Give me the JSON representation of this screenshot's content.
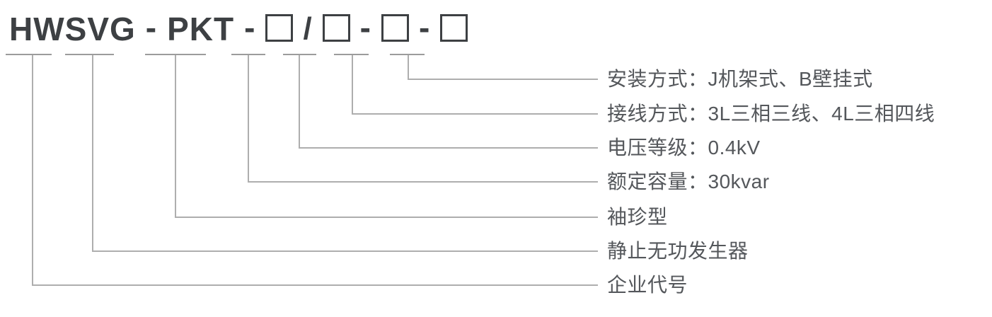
{
  "model_code": {
    "prefix": "HWSVG",
    "series": "PKT",
    "sep": "-",
    "slash": "/"
  },
  "segments": [
    {
      "label": "安装方式：J机架式、B壁挂式"
    },
    {
      "label": "接线方式：3L三相三线、4L三相四线"
    },
    {
      "label": "电压等级：0.4kV"
    },
    {
      "label": "额定容量：30kvar"
    },
    {
      "label": "袖珍型"
    },
    {
      "label": "静止无功发生器"
    },
    {
      "label": "企业代号"
    }
  ]
}
